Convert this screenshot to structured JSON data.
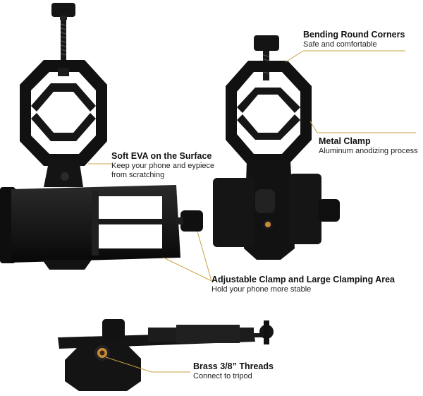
{
  "callouts": {
    "bending": {
      "title": "Bending Round Corners",
      "lines": [
        "Safe and comfortable"
      ]
    },
    "metal": {
      "title": "Metal Clamp",
      "lines": [
        "Aluminum anodizing process"
      ]
    },
    "eva": {
      "title": "Soft EVA on the Surface",
      "lines": [
        "Keep your phone and eypiece",
        "from scratching"
      ]
    },
    "adjustable": {
      "title": "Adjustable Clamp and Large Clamping Area",
      "lines": [
        "Hold your phone more stable"
      ]
    },
    "brass": {
      "title": "Brass 3/8” Threads",
      "lines": [
        "Connect to tripod"
      ]
    }
  },
  "colors": {
    "leader": "#c8a040",
    "body": "#111111",
    "brass": "#c98c3a"
  }
}
